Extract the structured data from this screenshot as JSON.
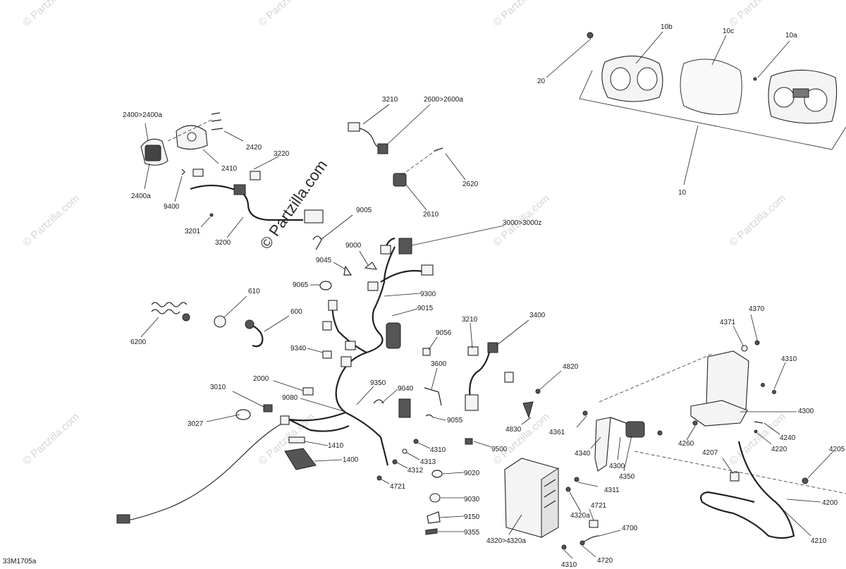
{
  "watermark": {
    "brand": "© Partzilla.com",
    "big": "© Partzilla.com"
  },
  "figure_id": "33M1705a",
  "callouts": [
    {
      "id": "10b",
      "text": "10b"
    },
    {
      "id": "10c",
      "text": "10c"
    },
    {
      "id": "10a",
      "text": "10a"
    },
    {
      "id": "20",
      "text": "20"
    },
    {
      "id": "10",
      "text": "10"
    },
    {
      "id": "2400",
      "text": "2400>2400a"
    },
    {
      "id": "2420",
      "text": "2420"
    },
    {
      "id": "2410",
      "text": "2410"
    },
    {
      "id": "2400a",
      "text": "2400a"
    },
    {
      "id": "3210a",
      "text": "3210"
    },
    {
      "id": "2600",
      "text": "2600>2600a"
    },
    {
      "id": "3220",
      "text": "3220"
    },
    {
      "id": "2620",
      "text": "2620"
    },
    {
      "id": "2610",
      "text": "2610"
    },
    {
      "id": "9400",
      "text": "9400"
    },
    {
      "id": "3201",
      "text": "3201"
    },
    {
      "id": "3200",
      "text": "3200"
    },
    {
      "id": "9005",
      "text": "9005"
    },
    {
      "id": "3000",
      "text": "3000>3000z"
    },
    {
      "id": "9000",
      "text": "9000"
    },
    {
      "id": "9045",
      "text": "9045"
    },
    {
      "id": "9065",
      "text": "9065"
    },
    {
      "id": "9300",
      "text": "9300"
    },
    {
      "id": "9015",
      "text": "9015"
    },
    {
      "id": "610",
      "text": "610"
    },
    {
      "id": "600",
      "text": "600"
    },
    {
      "id": "6200",
      "text": "6200"
    },
    {
      "id": "3210b",
      "text": "3210"
    },
    {
      "id": "3400",
      "text": "3400"
    },
    {
      "id": "9056",
      "text": "9056"
    },
    {
      "id": "9340",
      "text": "9340"
    },
    {
      "id": "3600",
      "text": "3600"
    },
    {
      "id": "4820",
      "text": "4820"
    },
    {
      "id": "2000",
      "text": "2000"
    },
    {
      "id": "3010",
      "text": "3010"
    },
    {
      "id": "9350",
      "text": "9350"
    },
    {
      "id": "9040",
      "text": "9040"
    },
    {
      "id": "9080",
      "text": "9080"
    },
    {
      "id": "3027",
      "text": "3027"
    },
    {
      "id": "9055",
      "text": "9055"
    },
    {
      "id": "4830",
      "text": "4830"
    },
    {
      "id": "4361",
      "text": "4361"
    },
    {
      "id": "4340",
      "text": "4340"
    },
    {
      "id": "4300a",
      "text": "4300"
    },
    {
      "id": "4350",
      "text": "4350"
    },
    {
      "id": "4311",
      "text": "4311"
    },
    {
      "id": "1410",
      "text": "1410"
    },
    {
      "id": "4310a",
      "text": "4310"
    },
    {
      "id": "9500",
      "text": "9500"
    },
    {
      "id": "4313",
      "text": "4313"
    },
    {
      "id": "1400",
      "text": "1400"
    },
    {
      "id": "4312",
      "text": "4312"
    },
    {
      "id": "9020",
      "text": "9020"
    },
    {
      "id": "4721a",
      "text": "4721"
    },
    {
      "id": "9030",
      "text": "9030"
    },
    {
      "id": "9150",
      "text": "9150"
    },
    {
      "id": "9355",
      "text": "9355"
    },
    {
      "id": "4320",
      "text": "4320>4320a"
    },
    {
      "id": "4721b",
      "text": "4721"
    },
    {
      "id": "4320a",
      "text": "4320a"
    },
    {
      "id": "4700",
      "text": "4700"
    },
    {
      "id": "4310b",
      "text": "4310"
    },
    {
      "id": "4720",
      "text": "4720"
    },
    {
      "id": "4370",
      "text": "4370"
    },
    {
      "id": "4371",
      "text": "4371"
    },
    {
      "id": "4310c",
      "text": "4310"
    },
    {
      "id": "4300b",
      "text": "4300"
    },
    {
      "id": "4260",
      "text": "4260"
    },
    {
      "id": "4240",
      "text": "4240"
    },
    {
      "id": "4220",
      "text": "4220"
    },
    {
      "id": "4207",
      "text": "4207"
    },
    {
      "id": "4205",
      "text": "4205"
    },
    {
      "id": "4200",
      "text": "4200"
    },
    {
      "id": "4210",
      "text": "4210"
    }
  ]
}
